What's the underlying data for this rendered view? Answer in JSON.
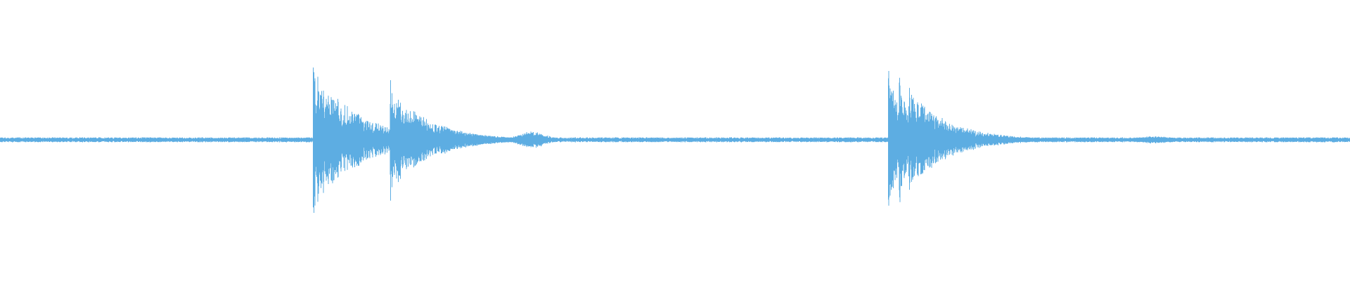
{
  "waveform": {
    "color": "#5dade2",
    "background": "#ffffff",
    "baseline_amplitude": 0.025,
    "events": [
      {
        "position": 0.232,
        "amplitude": 0.97,
        "type": "spike",
        "decay": 0.035
      },
      {
        "position": 0.289,
        "amplitude": 0.72,
        "type": "spike",
        "decay": 0.03
      },
      {
        "position": 0.329,
        "amplitude": 0.18,
        "type": "spike",
        "decay": 0.03
      },
      {
        "position": 0.394,
        "amplitude": 0.12,
        "type": "burst",
        "width": 0.03
      },
      {
        "position": 0.658,
        "amplitude": 0.96,
        "type": "spike",
        "decay": 0.012
      },
      {
        "position": 0.666,
        "amplitude": 0.79,
        "type": "spike",
        "decay": 0.012
      },
      {
        "position": 0.673,
        "amplitude": 0.7,
        "type": "spike",
        "decay": 0.03
      },
      {
        "position": 0.686,
        "amplitude": 0.14,
        "type": "spike",
        "decay": 0.05
      },
      {
        "position": 0.752,
        "amplitude": 0.04,
        "type": "burst",
        "width": 0.02
      },
      {
        "position": 0.855,
        "amplitude": 0.05,
        "type": "burst",
        "width": 0.04
      }
    ]
  }
}
